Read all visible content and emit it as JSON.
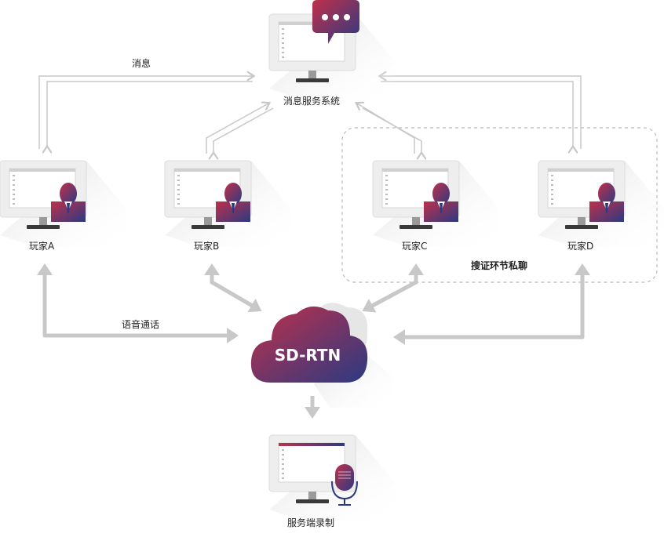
{
  "labels": {
    "message_system": "消息服务系统",
    "message_arrow": "消息",
    "player_a": "玩家A",
    "player_b": "玩家B",
    "player_c": "玩家C",
    "player_d": "玩家D",
    "private_chat": "搜证环节私聊",
    "voice_call": "语音通话",
    "cloud": "SD-RTN",
    "recording": "服务端录制"
  },
  "colors": {
    "gradient_start": "#c0304a",
    "gradient_end": "#2b3a82",
    "arrow": "#c8c8c8",
    "monitor": "#eeeeee",
    "dashed_box": "#bbbbbb"
  },
  "icons": [
    "chat-bubble-icon",
    "user-icon",
    "microphone-icon",
    "cloud-icon",
    "monitor-icon"
  ]
}
